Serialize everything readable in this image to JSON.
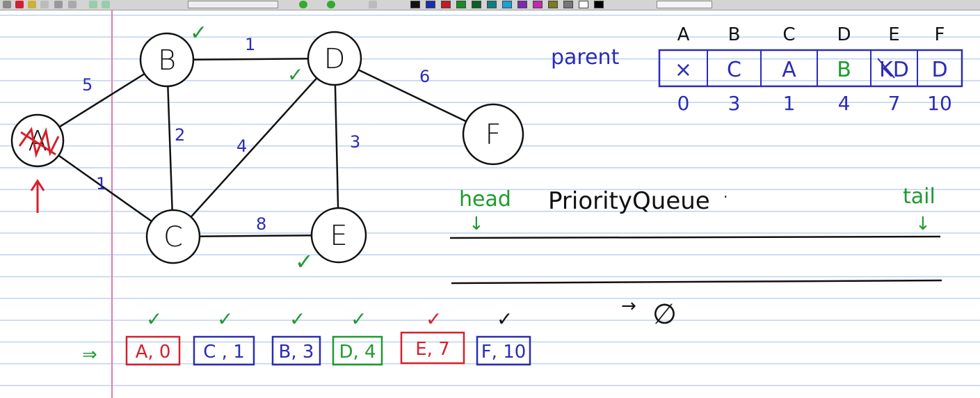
{
  "colors": {
    "ink_black": "#111111",
    "ink_blue": "#2b2bb8",
    "ink_red": "#d4202a",
    "ink_green": "#1f9a2e",
    "rule_blue": "#bcd3ef",
    "margin_pink": "#e27ab0"
  },
  "graph": {
    "nodes": [
      {
        "id": "A",
        "label": "A",
        "crossed_out": true
      },
      {
        "id": "B",
        "label": "B"
      },
      {
        "id": "C",
        "label": "C"
      },
      {
        "id": "D",
        "label": "D"
      },
      {
        "id": "E",
        "label": "E"
      },
      {
        "id": "F",
        "label": "F"
      }
    ],
    "edges": [
      {
        "from": "A",
        "to": "B",
        "weight": "5"
      },
      {
        "from": "A",
        "to": "C",
        "weight": "1"
      },
      {
        "from": "B",
        "to": "D",
        "weight": "1"
      },
      {
        "from": "B",
        "to": "C",
        "weight": "2"
      },
      {
        "from": "C",
        "to": "D",
        "weight": "4"
      },
      {
        "from": "D",
        "to": "E",
        "weight": "3"
      },
      {
        "from": "C",
        "to": "E",
        "weight": "8"
      },
      {
        "from": "D",
        "to": "F",
        "weight": "6"
      }
    ]
  },
  "parent_table": {
    "label": "parent",
    "headers": [
      "A",
      "B",
      "C",
      "D",
      "E",
      "F"
    ],
    "parents": [
      "×",
      "C",
      "A",
      "B",
      "KD",
      "D"
    ],
    "distances": [
      "0",
      "3",
      "1",
      "4",
      "7",
      "10"
    ]
  },
  "priority_queue": {
    "title": "PriorityQueue",
    "head_label": "head",
    "tail_label": "tail",
    "empty_marker": "∅"
  },
  "visited_order": [
    {
      "text": "A, 0",
      "color": "red"
    },
    {
      "text": "C , 1",
      "color": "blue"
    },
    {
      "text": "B, 3",
      "color": "blue"
    },
    {
      "text": "D, 4",
      "color": "green"
    },
    {
      "text": "E, 7",
      "color": "red"
    },
    {
      "text": "F, 10",
      "color": "blue"
    }
  ],
  "checkmark": "✓",
  "start_arrow": "⇒"
}
